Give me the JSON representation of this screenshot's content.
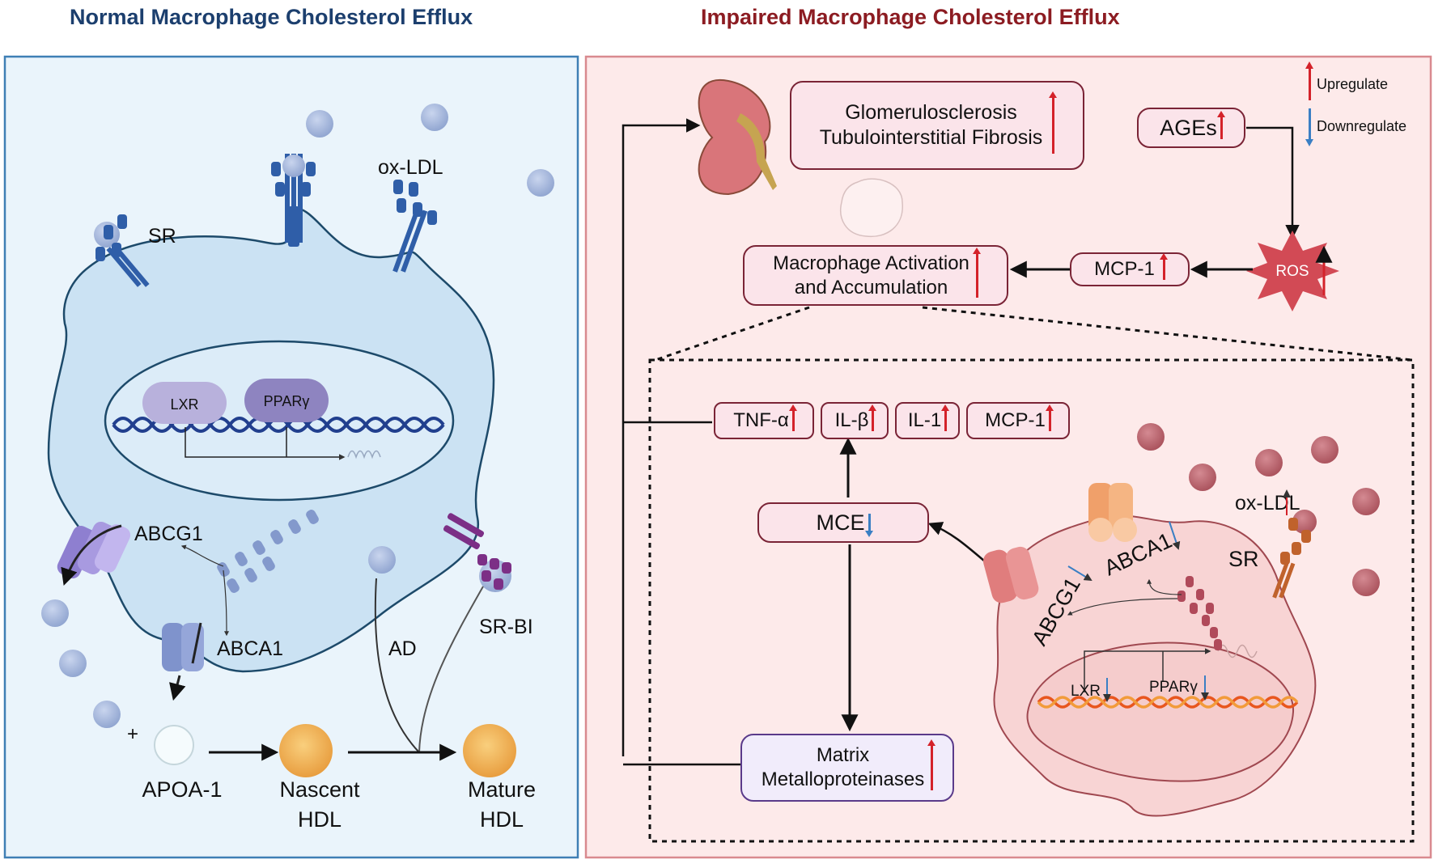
{
  "titles": {
    "left": "Normal Macrophage Cholesterol Efflux",
    "right": "Impaired Macrophage Cholesterol Efflux"
  },
  "colors": {
    "left_title": "#1c3f6e",
    "right_title": "#8c1c22",
    "left_panel_bg": "#eaf4fb",
    "left_panel_border": "#3f7fb5",
    "right_panel_bg": "#fdeaea",
    "right_panel_border": "#d98a8f",
    "box_border": "#7a2436",
    "upregulate": "#d4222a",
    "downregulate": "#3a7fc4"
  },
  "legend": {
    "up": "Upregulate",
    "down": "Downregulate"
  },
  "left_panel": {
    "receptor_sr": "SR",
    "ox_ldl": "ox-LDL",
    "lxr": "LXR",
    "ppar": "PPARγ",
    "abcg1": "ABCG1",
    "abca1": "ABCA1",
    "sr_bi": "SR-BI",
    "ad": "AD",
    "plus": "+",
    "apoa1": "APOA-1",
    "nascent_hdl_1": "Nascent",
    "nascent_hdl_2": "HDL",
    "mature_hdl_1": "Mature",
    "mature_hdl_2": "HDL"
  },
  "right_panel": {
    "kidney_box": {
      "line1": "Glomerulosclerosis",
      "line2": "Tubulointerstitial Fibrosis",
      "trend": "up"
    },
    "ages": {
      "label": "AGEs",
      "trend": "up"
    },
    "ros": {
      "label": "ROS",
      "trend": "up"
    },
    "mcp1_top": {
      "label": "MCP-1",
      "trend": "up"
    },
    "macrophage_box": {
      "line1": "Macrophage Activation",
      "line2": "and  Accumulation",
      "trend": "up"
    },
    "cytokines": [
      {
        "label": "TNF-α",
        "trend": "up"
      },
      {
        "label": "IL-β",
        "trend": "up"
      },
      {
        "label": "IL-1",
        "trend": "up"
      },
      {
        "label": "MCP-1",
        "trend": "up"
      }
    ],
    "mce": {
      "label": "MCE",
      "trend": "down"
    },
    "mmp_box": {
      "line1": "Matrix",
      "line2": "Metalloproteinases",
      "trend": "up"
    },
    "cell": {
      "abcg1": "ABCG1",
      "abca1": "ABCA1",
      "ox_ldl": "ox-LDL",
      "sr": "SR",
      "lxr": "LXR",
      "ppar": "PPARγ"
    }
  }
}
